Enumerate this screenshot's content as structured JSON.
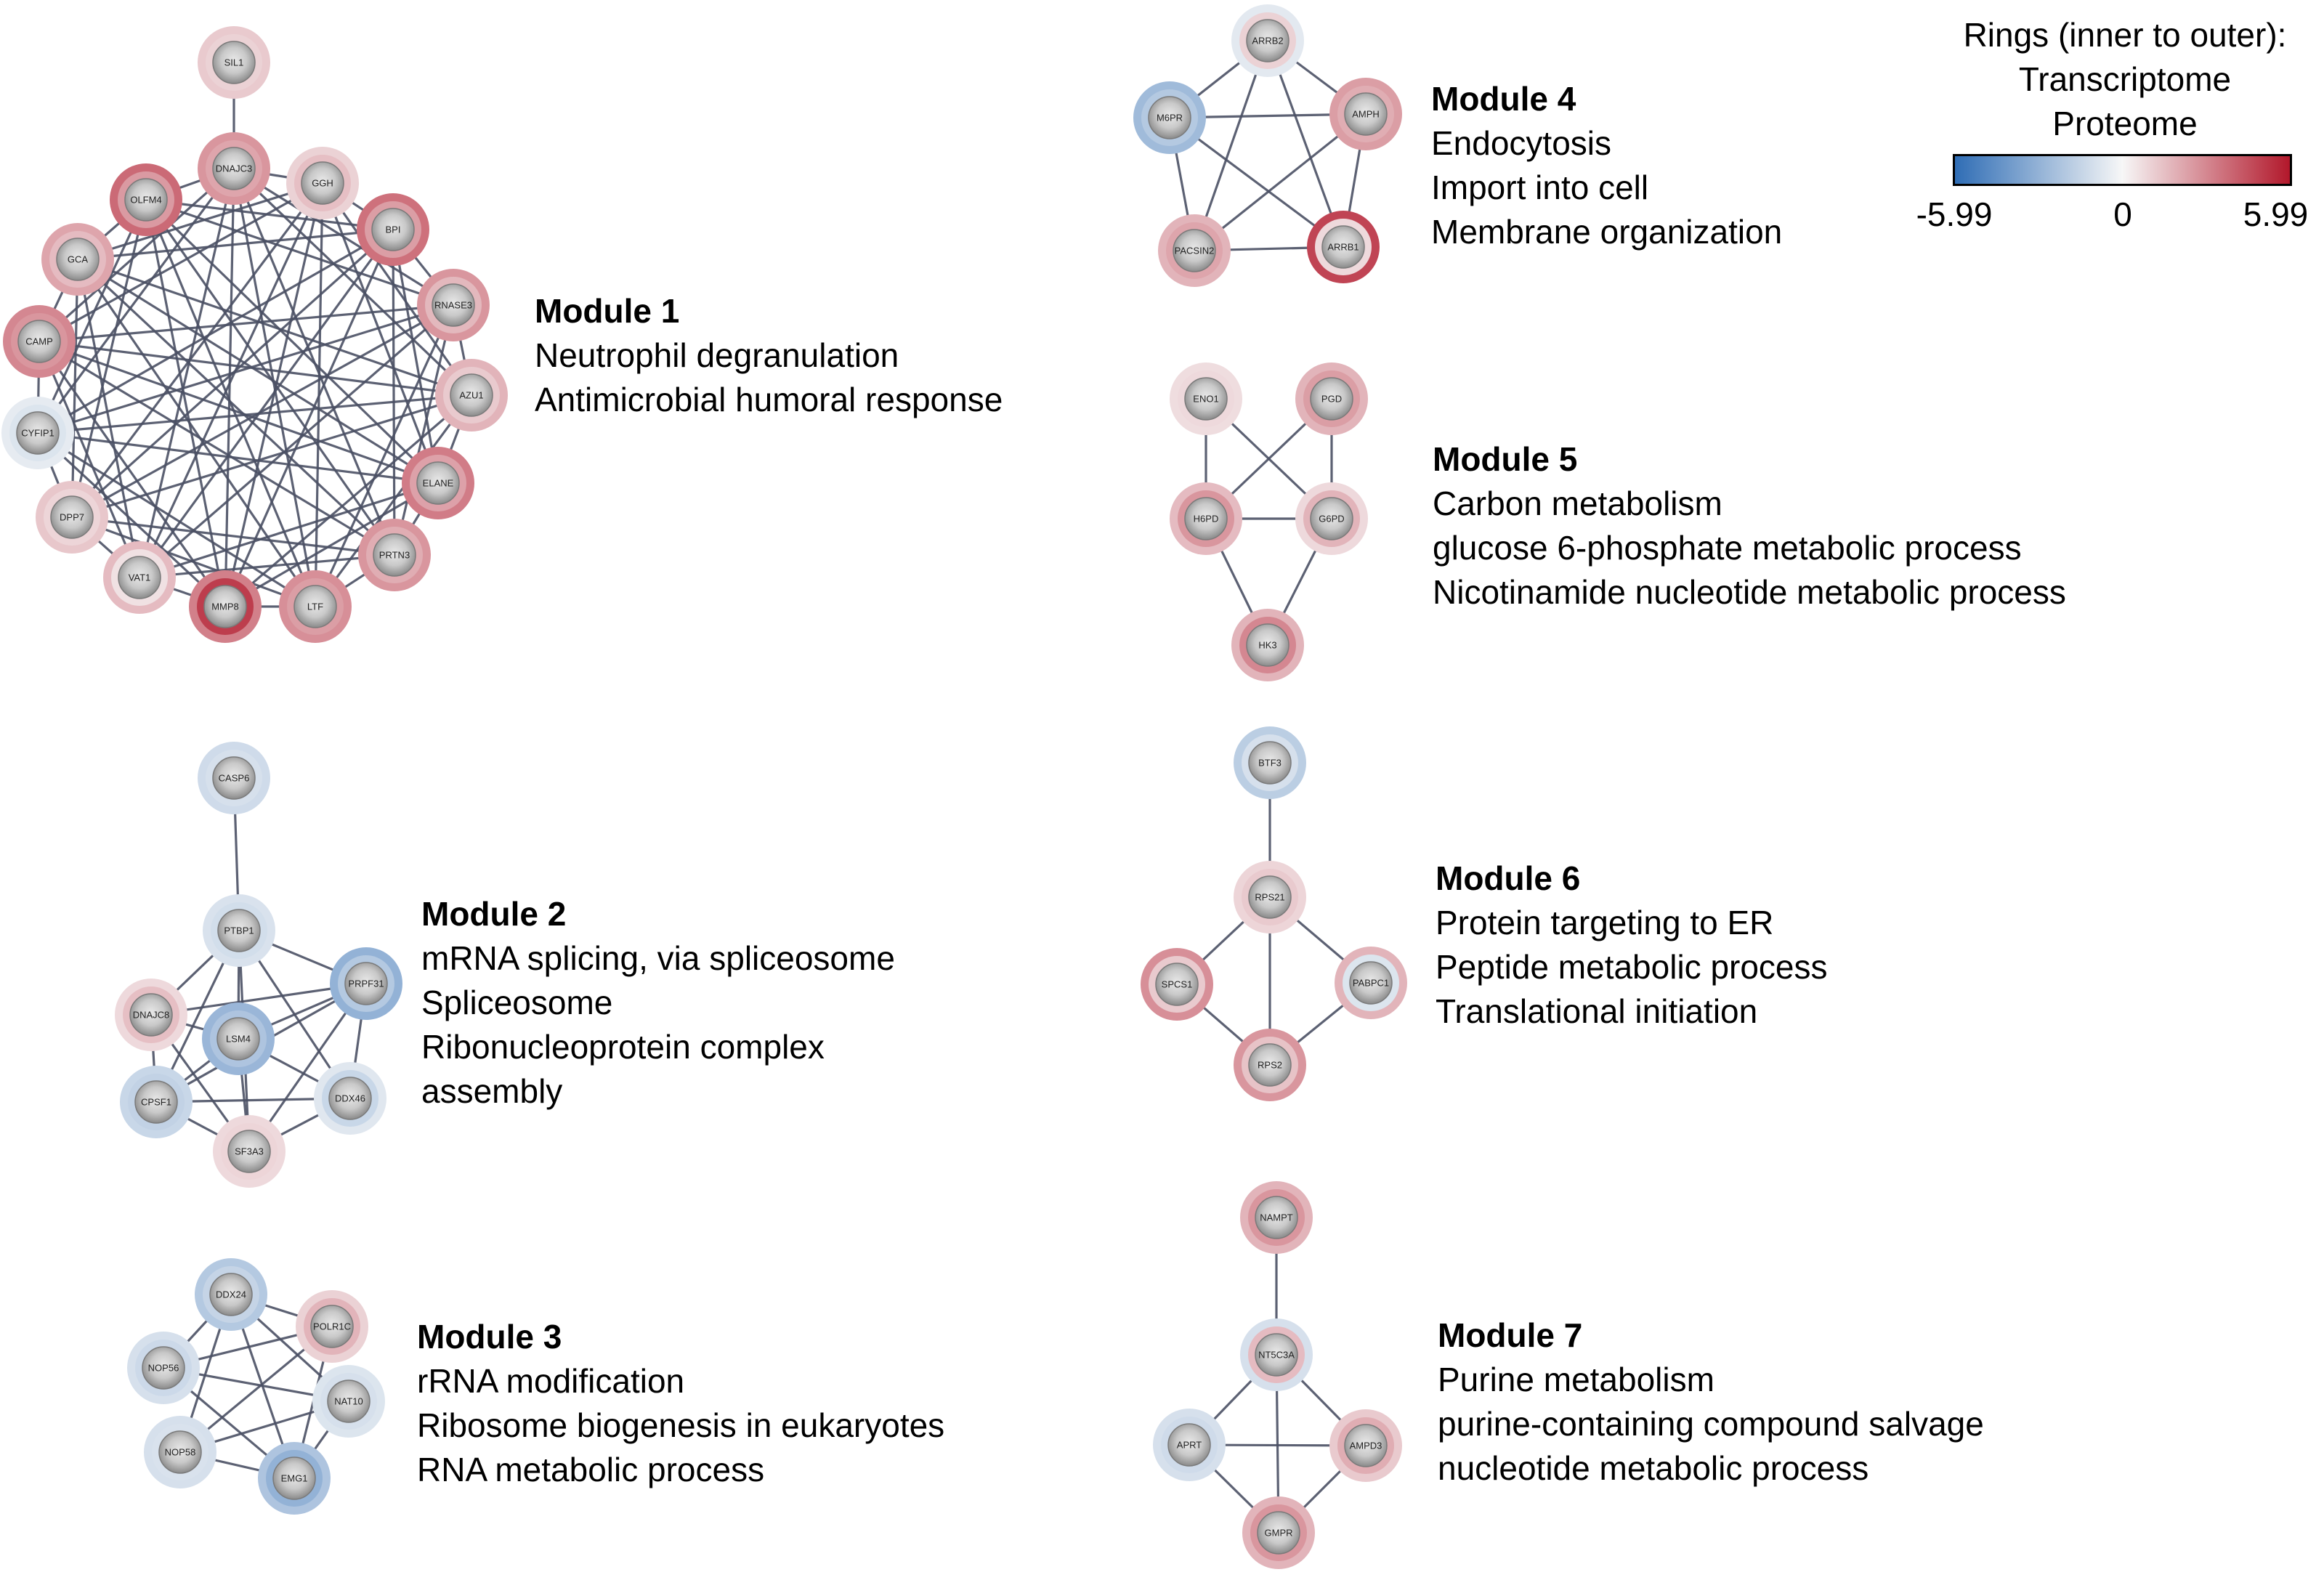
{
  "legend": {
    "title": "Rings (inner to outer):",
    "inner": "Transcriptome",
    "outer": "Proteome",
    "min_label": "-5.99",
    "mid_label": "0",
    "max_label": "5.99",
    "min": -5.99,
    "max": 5.99,
    "color_low": "#2f6db5",
    "color_mid": "#f7f7f7",
    "color_high": "#b2182b"
  },
  "modules": [
    {
      "title": "Module 1",
      "terms": [
        "Neutrophil degranulation",
        "Antimicrobial humoral response"
      ],
      "nodes": [
        {
          "id": "SIL1",
          "inner": 1.0,
          "outer": 1.2
        },
        {
          "id": "DNAJC3",
          "inner": 2.2,
          "outer": 2.6
        },
        {
          "id": "GGH",
          "inner": 1.5,
          "outer": 1.0
        },
        {
          "id": "OLFM4",
          "inner": 2.5,
          "outer": 3.8
        },
        {
          "id": "BPI",
          "inner": 2.4,
          "outer": 3.6
        },
        {
          "id": "GCA",
          "inner": 1.6,
          "outer": 2.2
        },
        {
          "id": "RNASE3",
          "inner": 1.7,
          "outer": 2.6
        },
        {
          "id": "CAMP",
          "inner": 2.6,
          "outer": 3.0
        },
        {
          "id": "AZU1",
          "inner": 1.2,
          "outer": 1.8
        },
        {
          "id": "CYFIP1",
          "inner": -0.8,
          "outer": -0.5
        },
        {
          "id": "ELANE",
          "inner": 2.3,
          "outer": 3.3
        },
        {
          "id": "DPP7",
          "inner": 0.9,
          "outer": 1.3
        },
        {
          "id": "PRTN3",
          "inner": 2.0,
          "outer": 2.6
        },
        {
          "id": "VAT1",
          "inner": 0.6,
          "outer": 1.6
        },
        {
          "id": "MMP8",
          "inner": 5.0,
          "outer": 3.2
        },
        {
          "id": "LTF",
          "inner": 2.4,
          "outer": 2.8
        }
      ]
    },
    {
      "title": "Module 2",
      "terms": [
        "mRNA splicing, via spliceosome",
        "Spliceosome",
        "Ribonucleoprotein complex",
        "assembly"
      ],
      "nodes": [
        {
          "id": "CASP6",
          "inner": -1.0,
          "outer": -1.2
        },
        {
          "id": "PTBP1",
          "inner": -1.1,
          "outer": -0.9
        },
        {
          "id": "PRPF31",
          "inner": -2.0,
          "outer": -3.0
        },
        {
          "id": "DNAJC8",
          "inner": 1.5,
          "outer": 0.8
        },
        {
          "id": "LSM4",
          "inner": -2.2,
          "outer": -2.8
        },
        {
          "id": "CPSF1",
          "inner": -1.6,
          "outer": -1.4
        },
        {
          "id": "DDX46",
          "inner": -1.4,
          "outer": -0.7
        },
        {
          "id": "SF3A3",
          "inner": 0.9,
          "outer": 0.8
        }
      ]
    },
    {
      "title": "Module 3",
      "terms": [
        "rRNA modification",
        "Ribosome biogenesis in eukaryotes",
        "RNA metabolic process"
      ],
      "nodes": [
        {
          "id": "DDX24",
          "inner": -1.5,
          "outer": -2.0
        },
        {
          "id": "POLR1C",
          "inner": 1.8,
          "outer": 1.0
        },
        {
          "id": "NOP56",
          "inner": -1.3,
          "outer": -1.0
        },
        {
          "id": "NAT10",
          "inner": -1.0,
          "outer": -0.8
        },
        {
          "id": "NOP58",
          "inner": -0.9,
          "outer": -1.0
        },
        {
          "id": "EMG1",
          "inner": -3.0,
          "outer": -2.2
        }
      ]
    },
    {
      "title": "Module 4",
      "terms": [
        "Endocytosis",
        "Import into cell",
        "Membrane organization"
      ],
      "nodes": [
        {
          "id": "ARRB2",
          "inner": 1.0,
          "outer": -0.6
        },
        {
          "id": "M6PR",
          "inner": -2.0,
          "outer": -2.6
        },
        {
          "id": "AMPH",
          "inner": 2.0,
          "outer": 2.4
        },
        {
          "id": "PACSIN2",
          "inner": 2.2,
          "outer": 1.8
        },
        {
          "id": "ARRB1",
          "inner": 0.8,
          "outer": 4.8
        }
      ]
    },
    {
      "title": "Module 5",
      "terms": [
        "Carbon metabolism",
        "glucose 6-phosphate metabolic process",
        "Nicotinamide nucleotide metabolic process"
      ],
      "nodes": [
        {
          "id": "ENO1",
          "inner": 0.8,
          "outer": 0.7
        },
        {
          "id": "PGD",
          "inner": 2.4,
          "outer": 1.8
        },
        {
          "id": "H6PD",
          "inner": 2.6,
          "outer": 1.6
        },
        {
          "id": "G6PD",
          "inner": 1.8,
          "outer": 0.8
        },
        {
          "id": "HK3",
          "inner": 3.0,
          "outer": 1.8
        }
      ]
    },
    {
      "title": "Module 6",
      "terms": [
        "Protein targeting to ER",
        "Peptide metabolic process",
        "Translational initiation"
      ],
      "nodes": [
        {
          "id": "BTF3",
          "inner": -1.0,
          "outer": -1.8
        },
        {
          "id": "RPS21",
          "inner": 1.2,
          "outer": 0.9
        },
        {
          "id": "SPCS1",
          "inner": 1.2,
          "outer": 2.8
        },
        {
          "id": "PABPC1",
          "inner": -0.8,
          "outer": 1.8
        },
        {
          "id": "RPS2",
          "inner": 1.4,
          "outer": 2.6
        }
      ]
    },
    {
      "title": "Module 7",
      "terms": [
        "Purine metabolism",
        "purine-containing compound salvage",
        "nucleotide metabolic process"
      ],
      "nodes": [
        {
          "id": "NAMPT",
          "inner": 2.6,
          "outer": 1.8
        },
        {
          "id": "NT5C3A",
          "inner": 1.6,
          "outer": -1.0
        },
        {
          "id": "APRT",
          "inner": -1.2,
          "outer": -1.0
        },
        {
          "id": "AMPD3",
          "inner": 2.0,
          "outer": 1.2
        },
        {
          "id": "GMPR",
          "inner": 2.6,
          "outer": 1.8
        }
      ]
    }
  ]
}
